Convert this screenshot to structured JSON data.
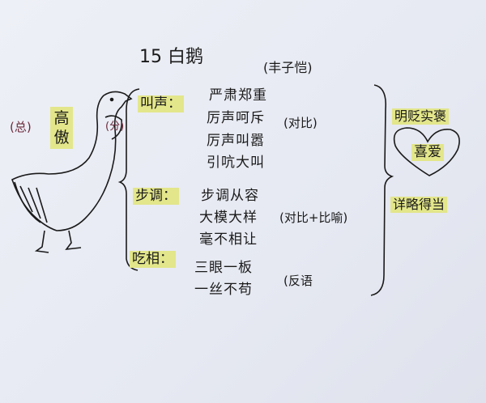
{
  "title": "15 白鹅",
  "author": "(丰子恺)",
  "left": {
    "total": "(总)",
    "trait": "高傲",
    "parts": "(分)"
  },
  "branches": [
    {
      "label": "叫声：",
      "items": [
        "严肃郑重",
        "厉声呵斥",
        "厉声叫嚣",
        "引吭大叫"
      ],
      "note": "(对比)"
    },
    {
      "label": "步调：",
      "items": [
        "步调从容",
        "大模大样",
        "毫不相让"
      ],
      "note": "(对比+比喻)"
    },
    {
      "label": "吃相：",
      "items": [
        "三眼一板",
        "一丝不苟"
      ],
      "note": "(反语"
    }
  ],
  "right": {
    "technique": "明贬实褒",
    "emotion": "喜爱",
    "structure": "详略得当"
  },
  "colors": {
    "highlight": "#e3e68a",
    "ink": "#1a1a1a",
    "paper": "#e8ebf3"
  },
  "icons": [
    "goose-drawing",
    "heart-icon",
    "brace"
  ]
}
